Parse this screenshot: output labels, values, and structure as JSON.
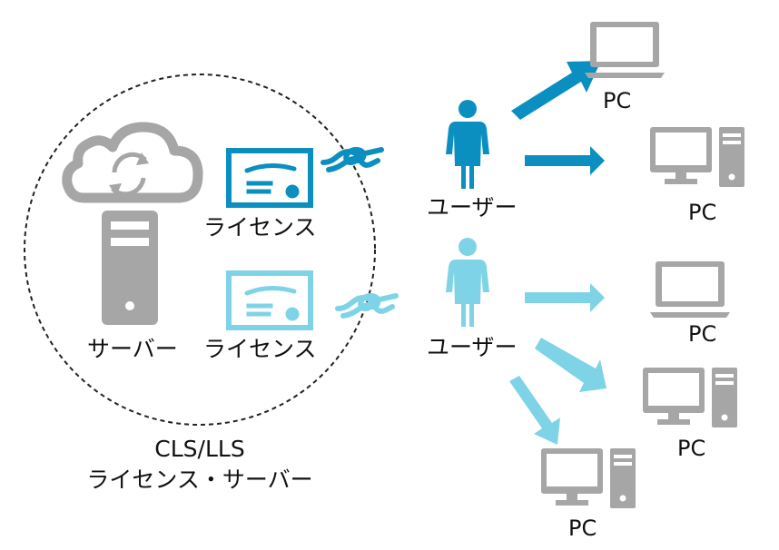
{
  "colors": {
    "gray": "#a6a6a6",
    "dark_blue": "#0b8fc0",
    "light_blue": "#7ed4e6",
    "text": "#111111"
  },
  "server": {
    "cloud_icon": "cloud-sync-icon",
    "tower_icon": "server-tower-icon",
    "label": "サーバー"
  },
  "licenses": [
    {
      "label": "ライセンス",
      "color_key": "dark_blue"
    },
    {
      "label": "ライセンス",
      "color_key": "light_blue"
    }
  ],
  "users": [
    {
      "label": "ユーザー",
      "color_key": "dark_blue",
      "devices": [
        "PC",
        "PC"
      ]
    },
    {
      "label": "ユーザー",
      "color_key": "light_blue",
      "devices": [
        "PC",
        "PC",
        "PC"
      ]
    }
  ],
  "caption": {
    "line1": "CLS/LLS",
    "line2": "ライセンス・サーバー"
  }
}
